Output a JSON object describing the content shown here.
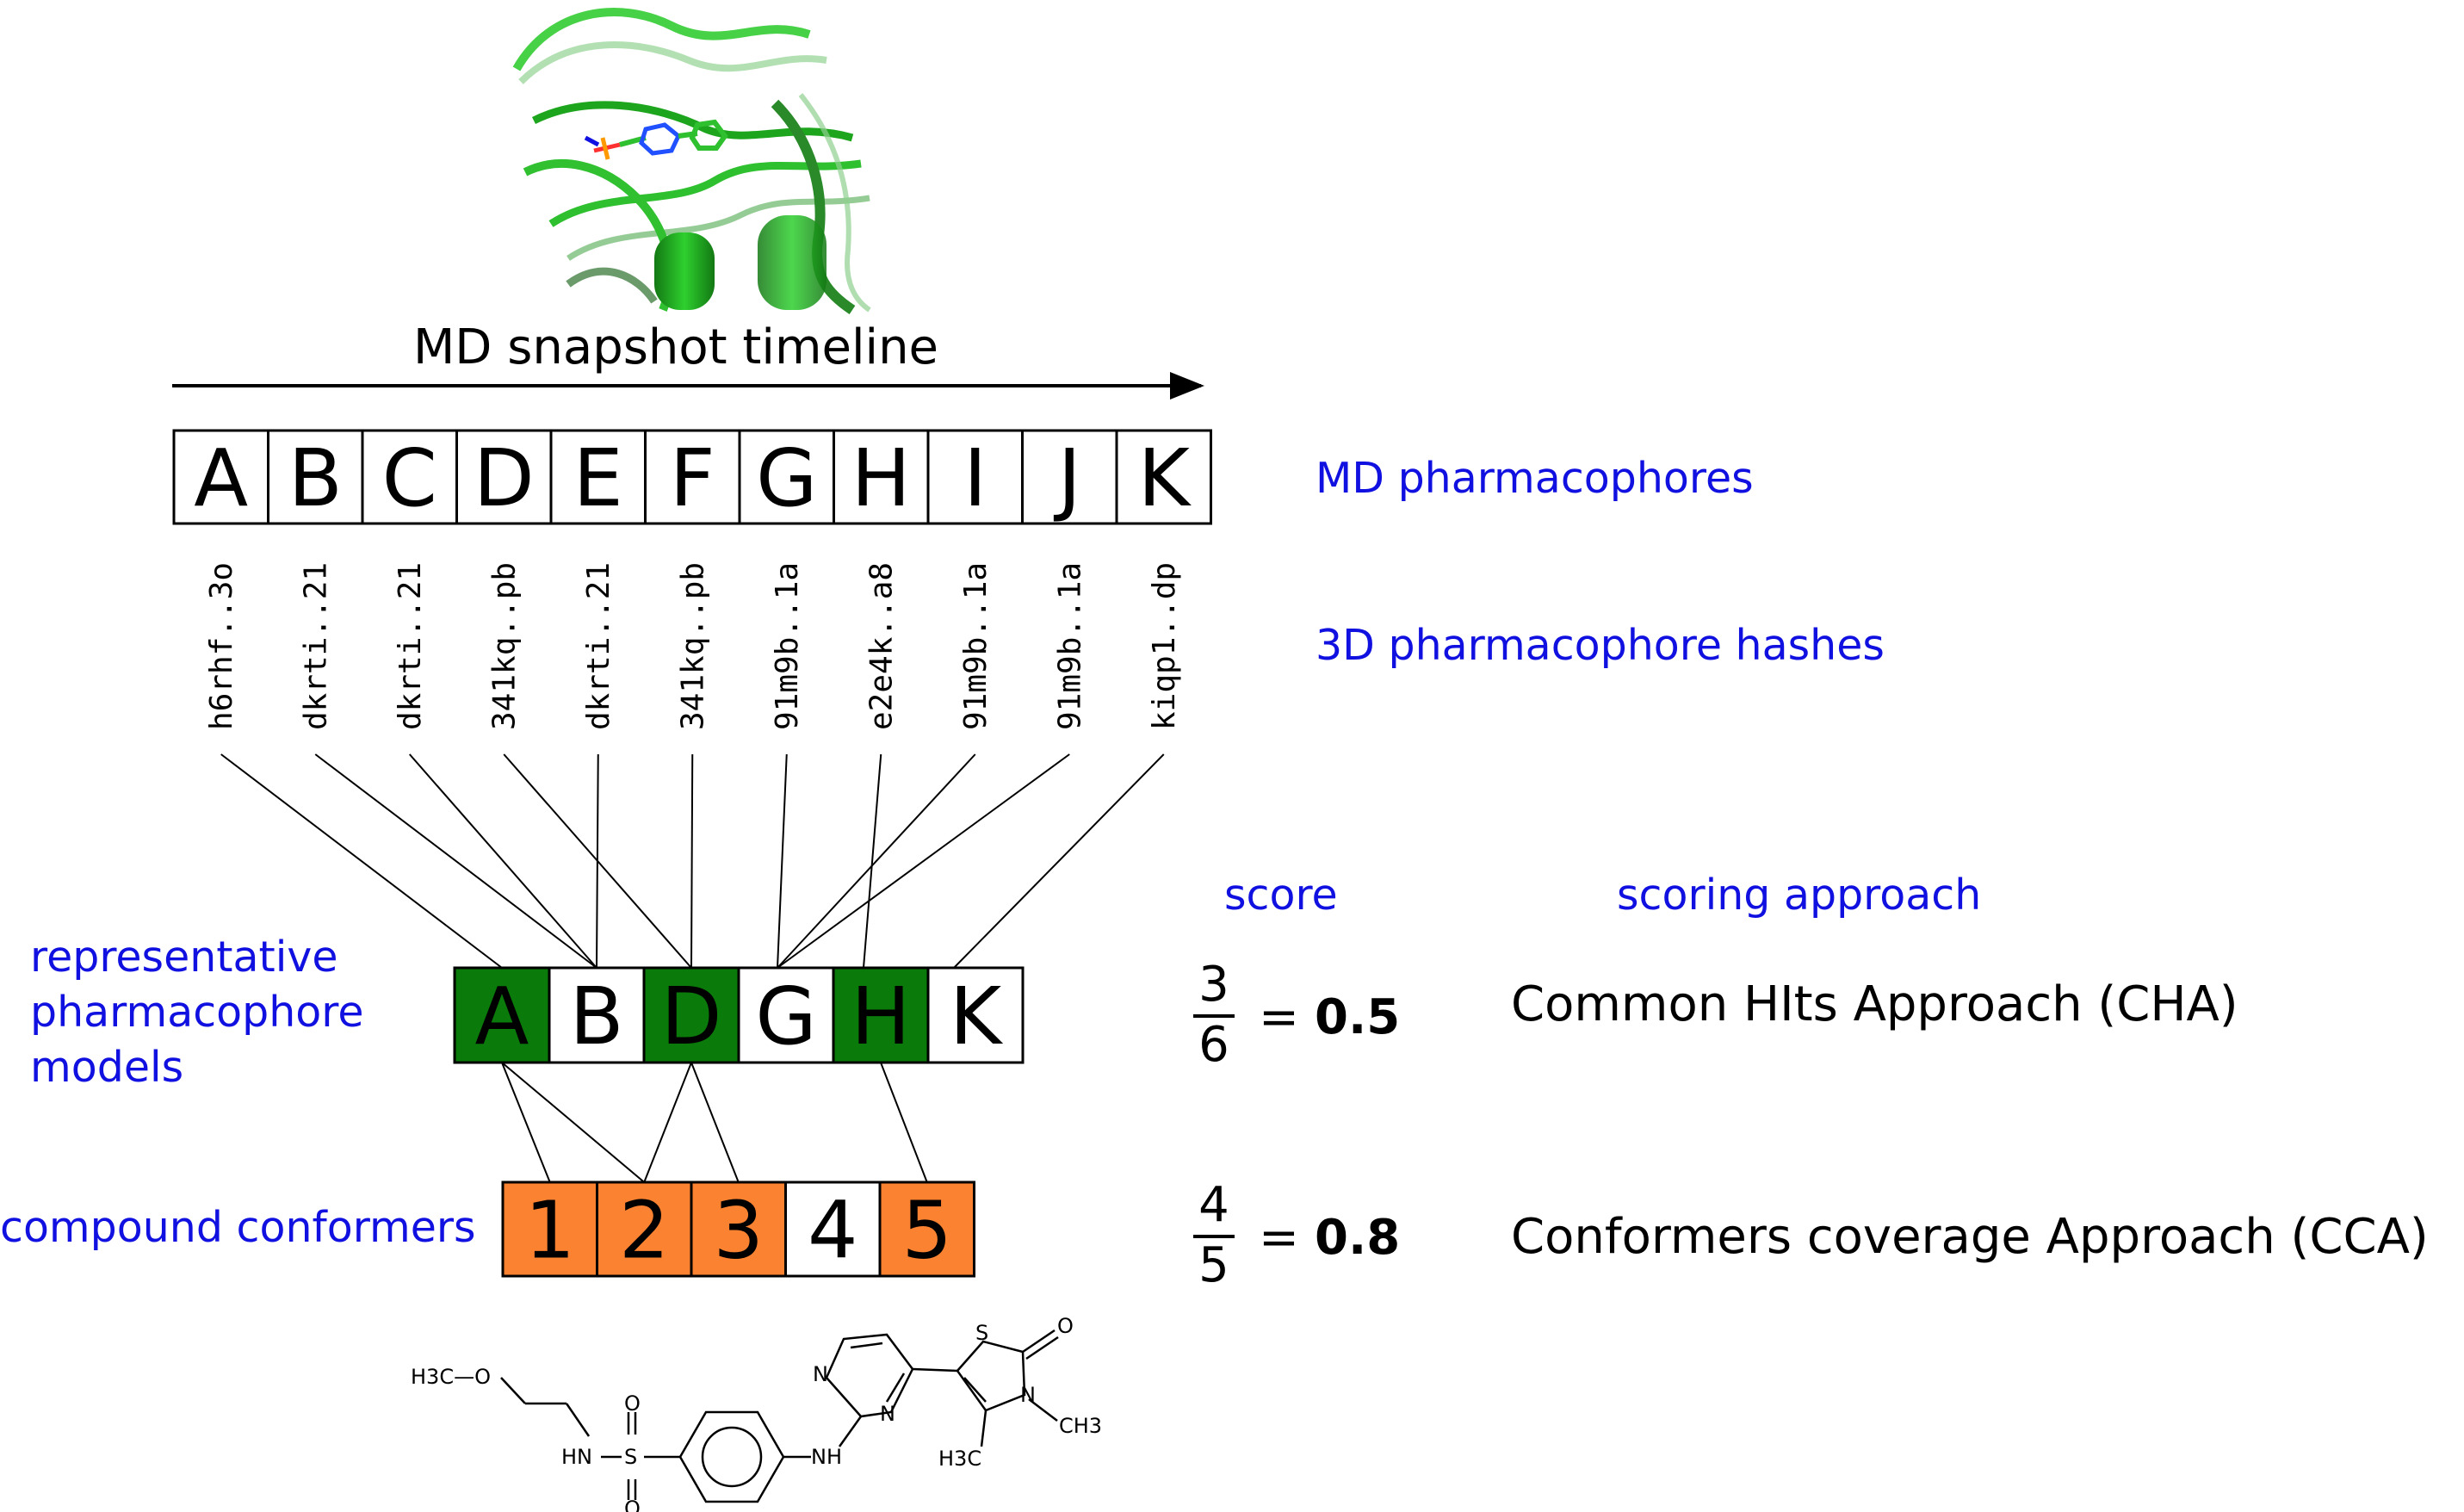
{
  "timeline": {
    "title": "MD snapshot timeline",
    "snapshots": [
      "A",
      "B",
      "C",
      "D",
      "E",
      "F",
      "G",
      "H",
      "I",
      "J",
      "K"
    ],
    "hashes": [
      "h6rhf..3o",
      "dkrti..21",
      "dkrti..21",
      "341kq..pb",
      "dkrti..21",
      "341kq..pb",
      "91m9b..1a",
      "e2e4k..a8",
      "91m9b..1a",
      "91m9b..1a",
      "kiqp1..dp"
    ]
  },
  "labels": {
    "md_pharmacophores": "MD pharmacophores",
    "hashes_label": "3D pharmacophore hashes",
    "representative_line1": "representative",
    "representative_line2": "pharmacophore",
    "representative_line3": "models",
    "compound_conformers": "compound conformers",
    "score_header": "score",
    "approach_header": "scoring approach"
  },
  "representatives": [
    {
      "label": "A",
      "hit": true
    },
    {
      "label": "B",
      "hit": false
    },
    {
      "label": "D",
      "hit": true
    },
    {
      "label": "G",
      "hit": false
    },
    {
      "label": "H",
      "hit": true
    },
    {
      "label": "K",
      "hit": false
    }
  ],
  "conformers": [
    {
      "label": "1",
      "covered": true
    },
    {
      "label": "2",
      "covered": true
    },
    {
      "label": "3",
      "covered": true
    },
    {
      "label": "4",
      "covered": false
    },
    {
      "label": "5",
      "covered": true
    }
  ],
  "snapshot_to_representative": [
    0,
    1,
    1,
    2,
    1,
    2,
    3,
    4,
    3,
    3,
    5
  ],
  "representative_to_conformer": [
    [
      0,
      0
    ],
    [
      0,
      1
    ],
    [
      2,
      1
    ],
    [
      2,
      2
    ],
    [
      4,
      4
    ]
  ],
  "scores": {
    "cha": {
      "numerator": "3",
      "denominator": "6",
      "equals": "=",
      "value": "0.5",
      "approach": "Common HIts Approach (CHA)"
    },
    "cca": {
      "numerator": "4",
      "denominator": "5",
      "equals": "=",
      "value": "0.8",
      "approach": "Conformers coverage Approach (CCA)"
    }
  },
  "molecule": {
    "methoxy": "H3C—O",
    "hn": "HN",
    "s_sulfonyl": "S",
    "o_top": "O",
    "o_bottom": "O",
    "nh": "NH",
    "n1": "N",
    "n2": "N",
    "s_ring": "S",
    "o_keto": "O",
    "n_ring": "N",
    "ch3_n": "CH3",
    "ch3_c": "H3C"
  },
  "colors": {
    "hit_green": "#0a7a0a",
    "conformer_orange": "#fb8231",
    "label_blue": "#1010e0",
    "protein_green": "#2ec02e"
  },
  "icons": {
    "protein": "protein-structure-image",
    "arrow": "timeline-arrow"
  }
}
